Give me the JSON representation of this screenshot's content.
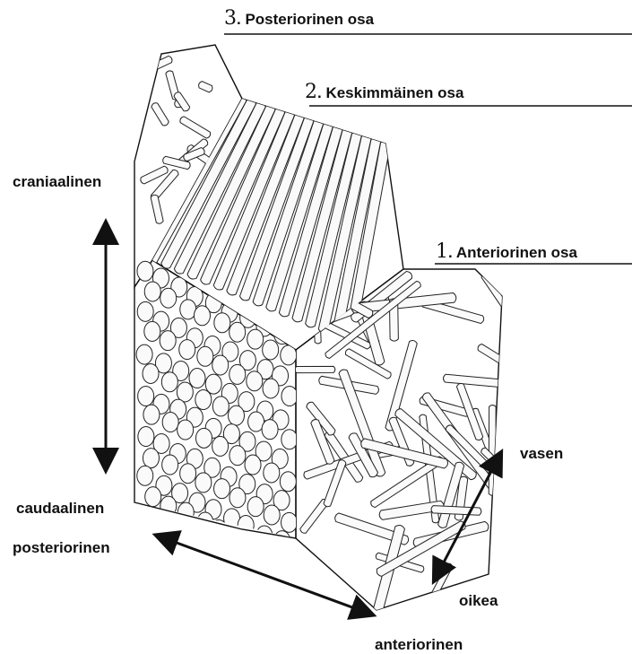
{
  "parts": [
    {
      "number": "3",
      "label": ". Posteriorinen osa"
    },
    {
      "number": "2",
      "label": ". Keskimmäinen osa"
    },
    {
      "number": "1",
      "label": ". Anteriorinen osa"
    }
  ],
  "axes": {
    "cranial": "craniaalinen",
    "caudal": "caudaalinen",
    "posterior": "posteriorinen",
    "anterior": "anteriorinen",
    "left": "vasen",
    "right": "oikea"
  },
  "colors": {
    "ink": "#111111",
    "fiber": "#fafafa",
    "background": "#ffffff"
  }
}
